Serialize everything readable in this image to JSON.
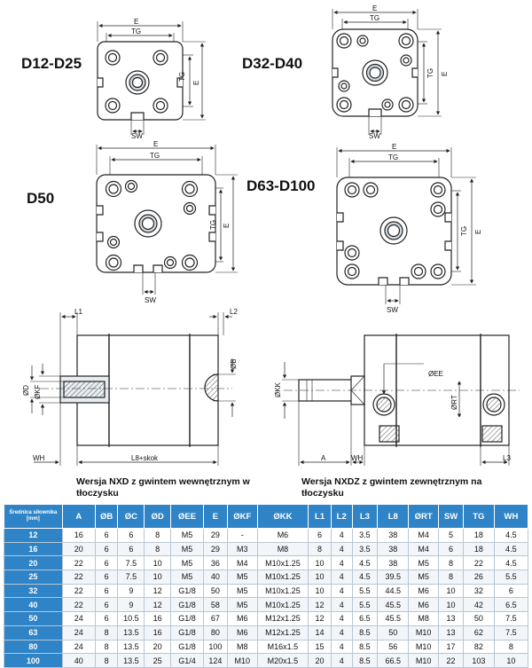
{
  "variants": {
    "v1": "D12-D25",
    "v2": "D32-D40",
    "v3": "D50",
    "v4": "D63-D100"
  },
  "dims": {
    "e": "E",
    "tg": "TG",
    "sw": "SW",
    "l1": "L1",
    "l2": "L2",
    "ob": "ØB",
    "od": "ØD",
    "okf": "ØKF",
    "wh": "WH",
    "l8skok": "L8+skok",
    "okk": "ØKK",
    "oee": "ØEE",
    "ort": "ØRT",
    "a": "A",
    "l3": "L3"
  },
  "captions": {
    "nxd": "Wersja NXD z gwintem wewnętrznym w tłoczysku",
    "nxdz": "Wersja NXDZ z gwintem zewnętrznym na tłoczysku"
  },
  "table": {
    "headers": [
      "Średnica siłownika [mm]",
      "A",
      "ØB",
      "ØC",
      "ØD",
      "ØEE",
      "E",
      "ØKF",
      "ØKK",
      "L1",
      "L2",
      "L3",
      "L8",
      "ØRT",
      "SW",
      "TG",
      "WH"
    ],
    "rows": [
      [
        "12",
        "16",
        "6",
        "6",
        "8",
        "M5",
        "29",
        "-",
        "M6",
        "6",
        "4",
        "3.5",
        "38",
        "M4",
        "5",
        "18",
        "4.5"
      ],
      [
        "16",
        "20",
        "6",
        "6",
        "8",
        "M5",
        "29",
        "M3",
        "M8",
        "8",
        "4",
        "3.5",
        "38",
        "M4",
        "6",
        "18",
        "4.5"
      ],
      [
        "20",
        "22",
        "6",
        "7.5",
        "10",
        "M5",
        "36",
        "M4",
        "M10x1.25",
        "10",
        "4",
        "4.5",
        "38",
        "M5",
        "8",
        "22",
        "4.5"
      ],
      [
        "25",
        "22",
        "6",
        "7.5",
        "10",
        "M5",
        "40",
        "M5",
        "M10x1.25",
        "10",
        "4",
        "4.5",
        "39.5",
        "M5",
        "8",
        "26",
        "5.5"
      ],
      [
        "32",
        "22",
        "6",
        "9",
        "12",
        "G1/8",
        "50",
        "M5",
        "M10x1.25",
        "10",
        "4",
        "5.5",
        "44.5",
        "M6",
        "10",
        "32",
        "6"
      ],
      [
        "40",
        "22",
        "6",
        "9",
        "12",
        "G1/8",
        "58",
        "M5",
        "M10x1.25",
        "12",
        "4",
        "5.5",
        "45.5",
        "M6",
        "10",
        "42",
        "6.5"
      ],
      [
        "50",
        "24",
        "6",
        "10.5",
        "16",
        "G1/8",
        "67",
        "M6",
        "M12x1.25",
        "12",
        "4",
        "6.5",
        "45.5",
        "M8",
        "13",
        "50",
        "7.5"
      ],
      [
        "63",
        "24",
        "8",
        "13.5",
        "16",
        "G1/8",
        "80",
        "M6",
        "M12x1.25",
        "14",
        "4",
        "8.5",
        "50",
        "M10",
        "13",
        "62",
        "7.5"
      ],
      [
        "80",
        "24",
        "8",
        "13.5",
        "20",
        "G1/8",
        "100",
        "M8",
        "M16x1.5",
        "15",
        "4",
        "8.5",
        "56",
        "M10",
        "17",
        "82",
        "8"
      ],
      [
        "100",
        "40",
        "8",
        "13.5",
        "25",
        "G1/4",
        "124",
        "M10",
        "M20x1.5",
        "20",
        "4",
        "8.5",
        "66.5",
        "M10",
        "22",
        "103",
        "10"
      ]
    ]
  }
}
